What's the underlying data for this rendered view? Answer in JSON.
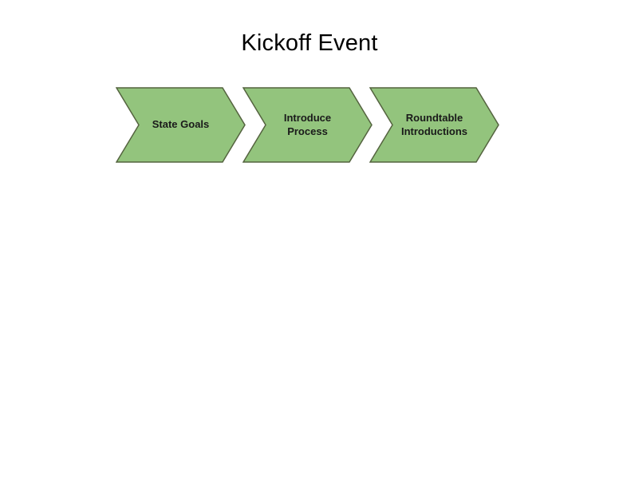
{
  "title": "Kickoff Event",
  "diagram": {
    "steps": [
      {
        "label": "State Goals"
      },
      {
        "label": "Introduce Process"
      },
      {
        "label": "Roundtable Introductions"
      }
    ]
  },
  "colors": {
    "background": "#ffffff",
    "chevron_fill": "#93c47d",
    "chevron_stroke": "#54633f",
    "title_color": "#000000"
  }
}
